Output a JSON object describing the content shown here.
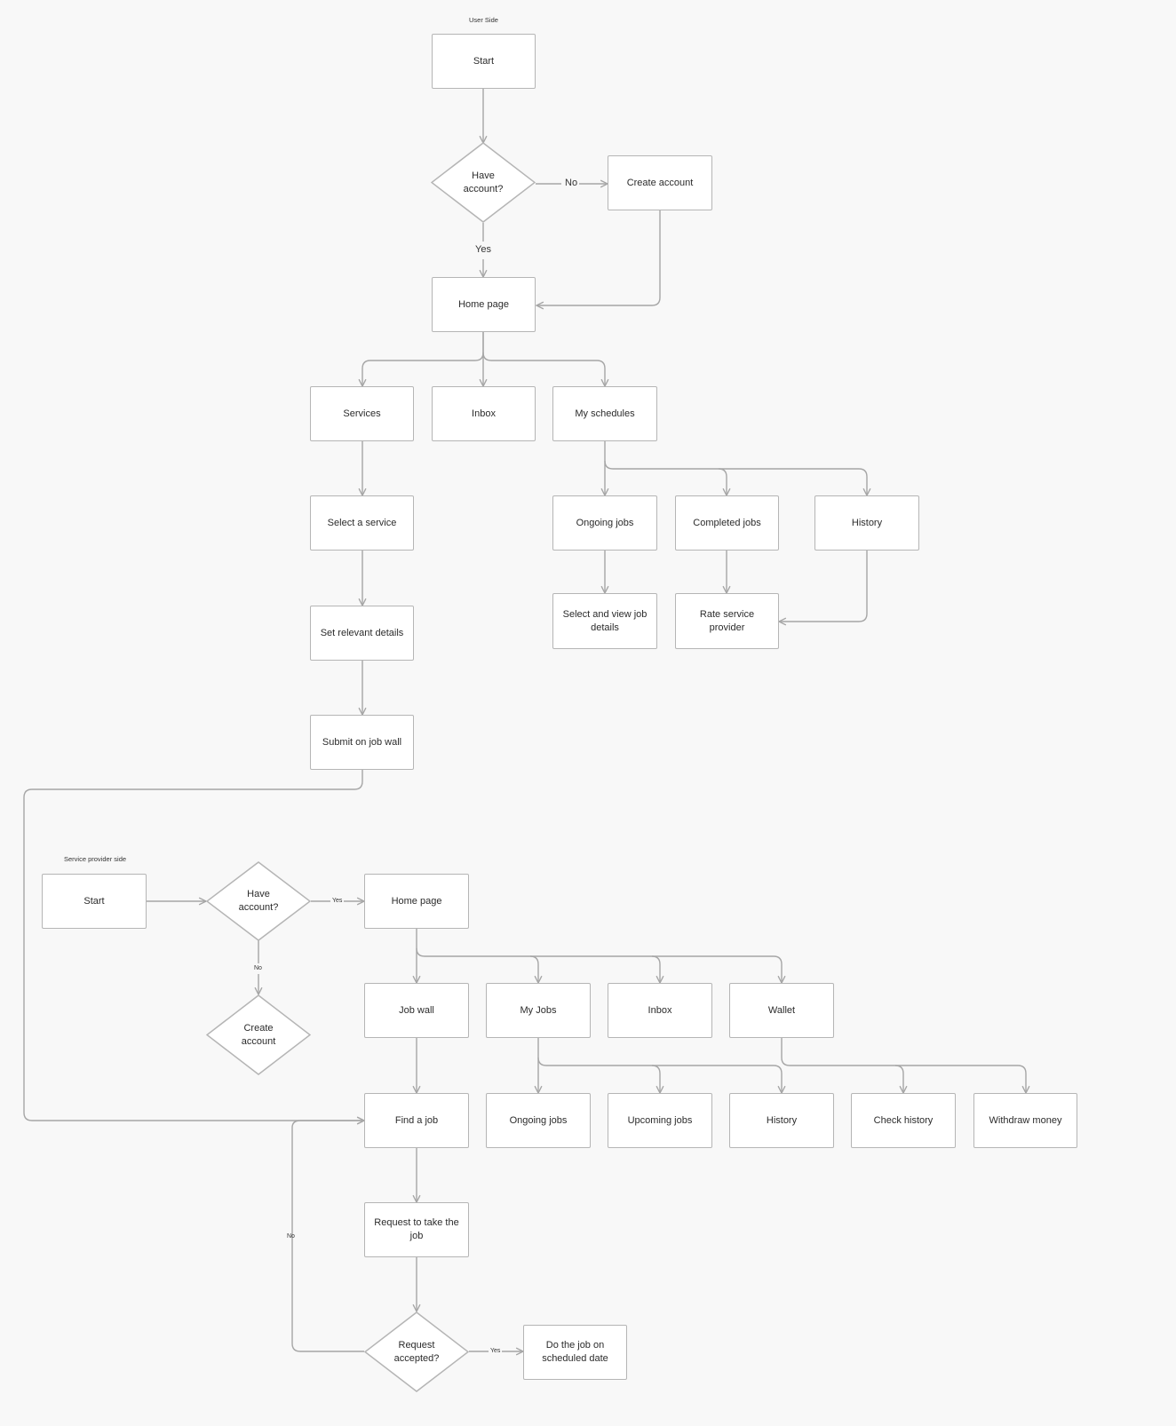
{
  "sections": {
    "user": "User Side",
    "provider": "Service provider side"
  },
  "user": {
    "start": "Start",
    "have_account": "Have account?",
    "create_account": "Create account",
    "no": "No",
    "yes": "Yes",
    "home_page": "Home page",
    "services": "Services",
    "inbox": "Inbox",
    "my_schedules": "My schedules",
    "select_service": "Select a service",
    "set_details": "Set relevant details",
    "submit_job_wall": "Submit on job wall",
    "ongoing_jobs": "Ongoing jobs",
    "completed_jobs": "Completed jobs",
    "history": "History",
    "select_view_job": "Select and view job details",
    "rate_provider": "Rate service provider"
  },
  "provider": {
    "start": "Start",
    "have_account": "Have account?",
    "yes": "Yes",
    "no": "No",
    "create_account": "Create account",
    "home_page": "Home page",
    "job_wall": "Job wall",
    "my_jobs": "My Jobs",
    "inbox": "Inbox",
    "wallet": "Wallet",
    "find_job": "Find a job",
    "ongoing_jobs": "Ongoing jobs",
    "upcoming_jobs": "Upcoming jobs",
    "history": "History",
    "check_history": "Check history",
    "withdraw_money": "Withdraw money",
    "request_take_job": "Request to take the job",
    "request_accepted": "Request accepted?",
    "no_loop": "No",
    "yes_done": "Yes",
    "do_job": "Do the job on scheduled date"
  }
}
